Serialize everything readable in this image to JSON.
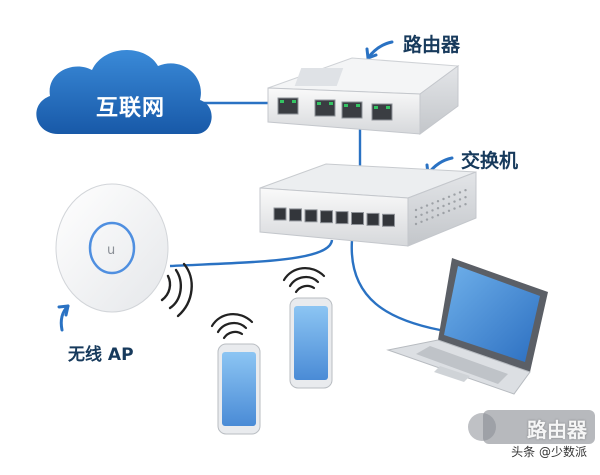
{
  "labels": {
    "internet": "互联网",
    "router": "路由器",
    "switch": "交换机",
    "ap": "无线 AP"
  },
  "watermark": {
    "title": "路由器",
    "subtitle": "头条 @少数派"
  },
  "colors": {
    "cloud": "#1d6fc0",
    "cable": "#2a72c3",
    "label": "#173a5c",
    "port_led": "#34c463"
  }
}
